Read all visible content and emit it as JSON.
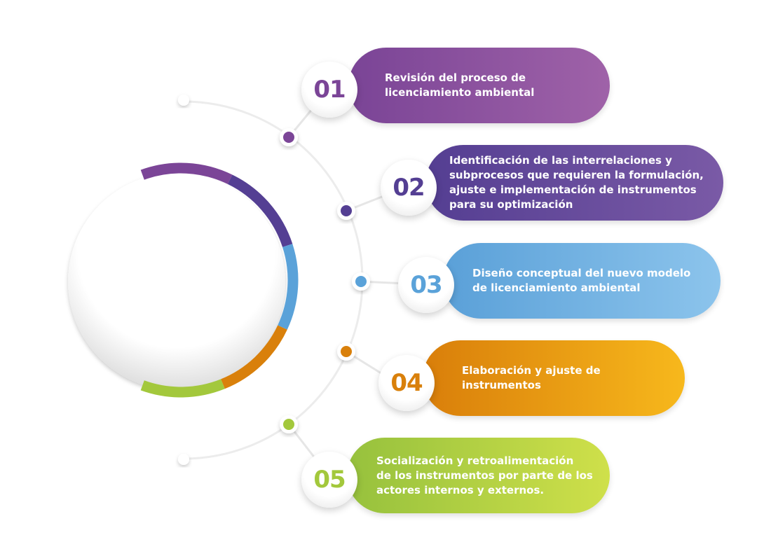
{
  "steps": [
    {
      "number": "01",
      "text": "Revisión del proceso de\nlicenciamiento ambiental",
      "color": "#7b4597",
      "gradient": [
        "#7a4496",
        "#9f62a8"
      ]
    },
    {
      "number": "02",
      "text": "Identificación de las interrelaciones y\nsubprocesos que requieren la formulación,\najuste e implementación de instrumentos\npara su optimización",
      "color": "#543f93",
      "gradient": [
        "#543e92",
        "#7a5aa6"
      ]
    },
    {
      "number": "03",
      "text": "Diseño conceptual del nuevo modelo\nde licenciamiento ambiental",
      "color": "#5aa2d9",
      "gradient": [
        "#5aa0d8",
        "#8cc4ec"
      ]
    },
    {
      "number": "04",
      "text": "Elaboración y ajuste de\ninstrumentos",
      "color": "#d9800b",
      "gradient": [
        "#d97e0a",
        "#f7b81c"
      ]
    },
    {
      "number": "05",
      "text": "Socialización y retroalimentación\nde los instrumentos por parte de los\nactores internos y externos.",
      "color": "#a3c83c",
      "gradient": [
        "#96c13d",
        "#cfe04a"
      ]
    }
  ]
}
